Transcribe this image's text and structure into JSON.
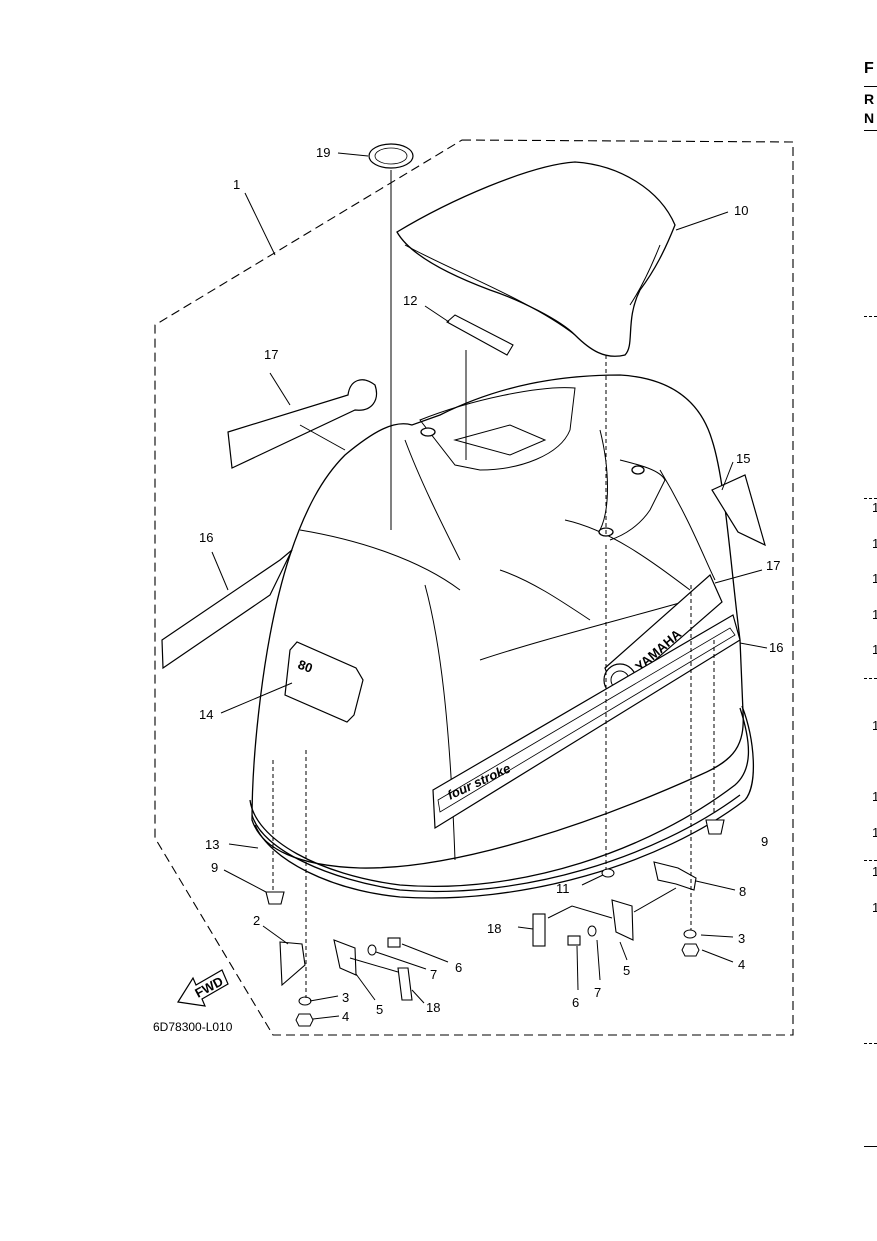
{
  "figure_code": "6D78300-L010",
  "fwd_label": "FWD",
  "brand_text": "YAMAHA",
  "decal_text": "four stroke",
  "model_number": "80",
  "callouts": {
    "c1": "1",
    "c2": "2",
    "c3a": "3",
    "c3b": "3",
    "c4a": "4",
    "c4b": "4",
    "c5a": "5",
    "c5b": "5",
    "c6a": "6",
    "c6b": "6",
    "c7a": "7",
    "c7b": "7",
    "c8": "8",
    "c9a": "9",
    "c9b": "9",
    "c10": "10",
    "c11": "11",
    "c12": "12",
    "c13": "13",
    "c14": "14",
    "c15": "15",
    "c16a": "16",
    "c16b": "16",
    "c17a": "17",
    "c17b": "17",
    "c18a": "18",
    "c18b": "18",
    "c19": "19"
  },
  "edge_letters": [
    "F",
    "R",
    "N"
  ],
  "edge_numbers": [
    "1",
    "1",
    "1",
    "1",
    "1",
    "1",
    "1",
    "1",
    "1",
    "1"
  ]
}
